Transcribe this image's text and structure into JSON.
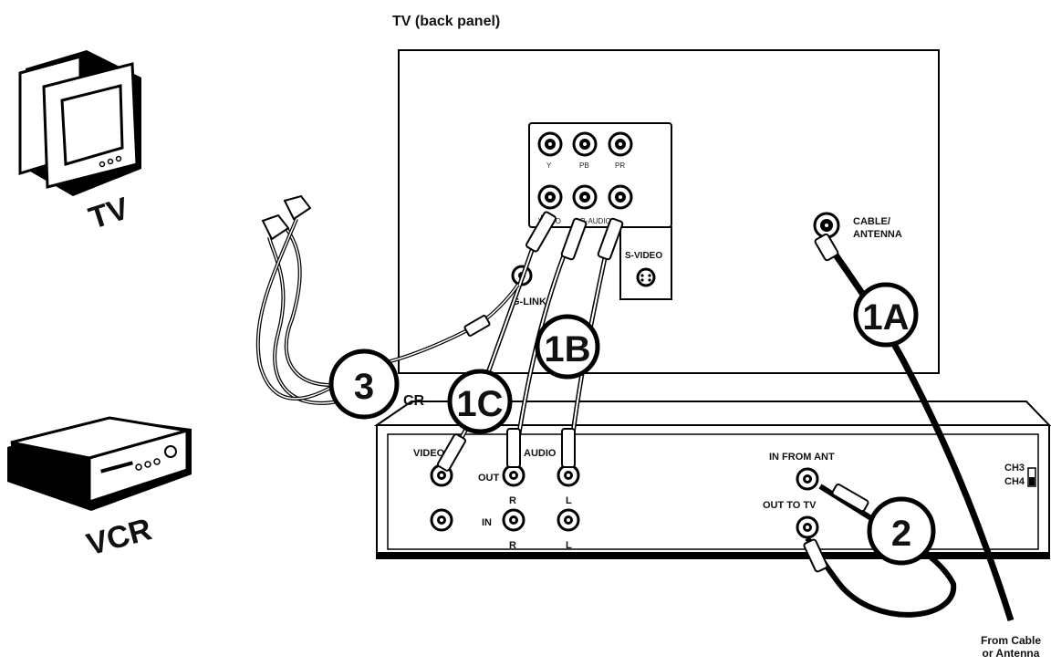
{
  "tv_panel_title": "TV (back panel)",
  "tv_icon_label": "TV",
  "vcr_icon_label": "VCR",
  "tv_jacks": {
    "y": "Y",
    "pb": "PB",
    "pr": "PR",
    "video": "VIDEO",
    "audio": "R-AUDIO-L",
    "svideo": "S-VIDEO",
    "glink": "G-LINK",
    "cable": "CABLE/\nANTENNA",
    "cable_line1": "CABLE/",
    "cable_line2": "ANTENNA"
  },
  "vcr_panel": {
    "title_partial": "CR",
    "video": "VIDEO",
    "audio": "AUDIO",
    "out": "OUT",
    "in": "IN",
    "r": "R",
    "l": "L",
    "in_from_ant": "IN FROM ANT",
    "out_to_tv": "OUT TO TV",
    "ch3": "CH3",
    "ch4": "CH4"
  },
  "badges": {
    "b1a": "1A",
    "b1b": "1B",
    "b1c": "1C",
    "b2": "2",
    "b3": "3"
  },
  "from_cable": "From Cable\nor Antenna",
  "from_cable_line1": "From Cable",
  "from_cable_line2": "or Antenna"
}
